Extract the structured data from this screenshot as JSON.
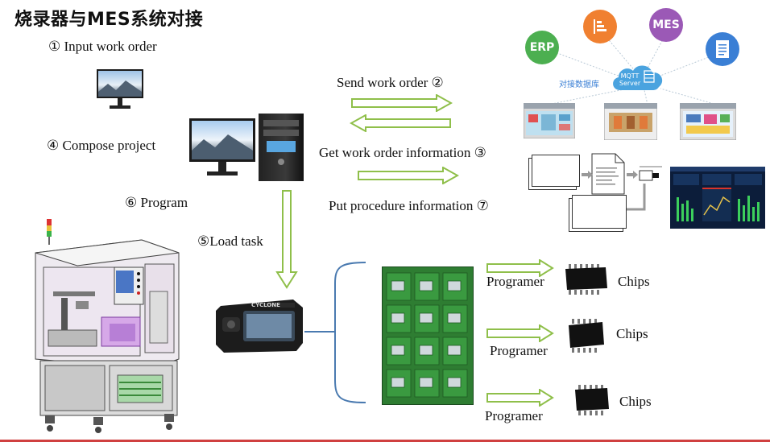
{
  "title": "烧录器与MES系统对接",
  "steps": {
    "s1": "① Input work order",
    "s2": "Send work order ②",
    "s3": "Get work order information ③",
    "s4": "④ Compose project",
    "s5": "⑤Load task",
    "s6": "⑥ Program",
    "s7": "Put procedure information ⑦"
  },
  "mes_nodes": {
    "erp": "ERP",
    "mes": "MES",
    "cloud_line1": "MQTT",
    "cloud_line2": "Server",
    "cloud_caption": "对接数据库"
  },
  "programmer_rows": [
    {
      "programmer": "Programer",
      "chips": "Chips"
    },
    {
      "programmer": "Programer",
      "chips": "Chips"
    },
    {
      "programmer": "Programer",
      "chips": "Chips"
    }
  ],
  "device_brand": "CYCLONE",
  "colors": {
    "arrow_green": "#8fbf4a",
    "arrow_fill": "#ffffff",
    "erp": "#4caf50",
    "docs": "#f08030",
    "mes": "#9b59b6",
    "file": "#3a7fd5",
    "cloud": "#4aa3df",
    "bracket": "#4a7ab0",
    "pcb": "#2e7d32"
  }
}
